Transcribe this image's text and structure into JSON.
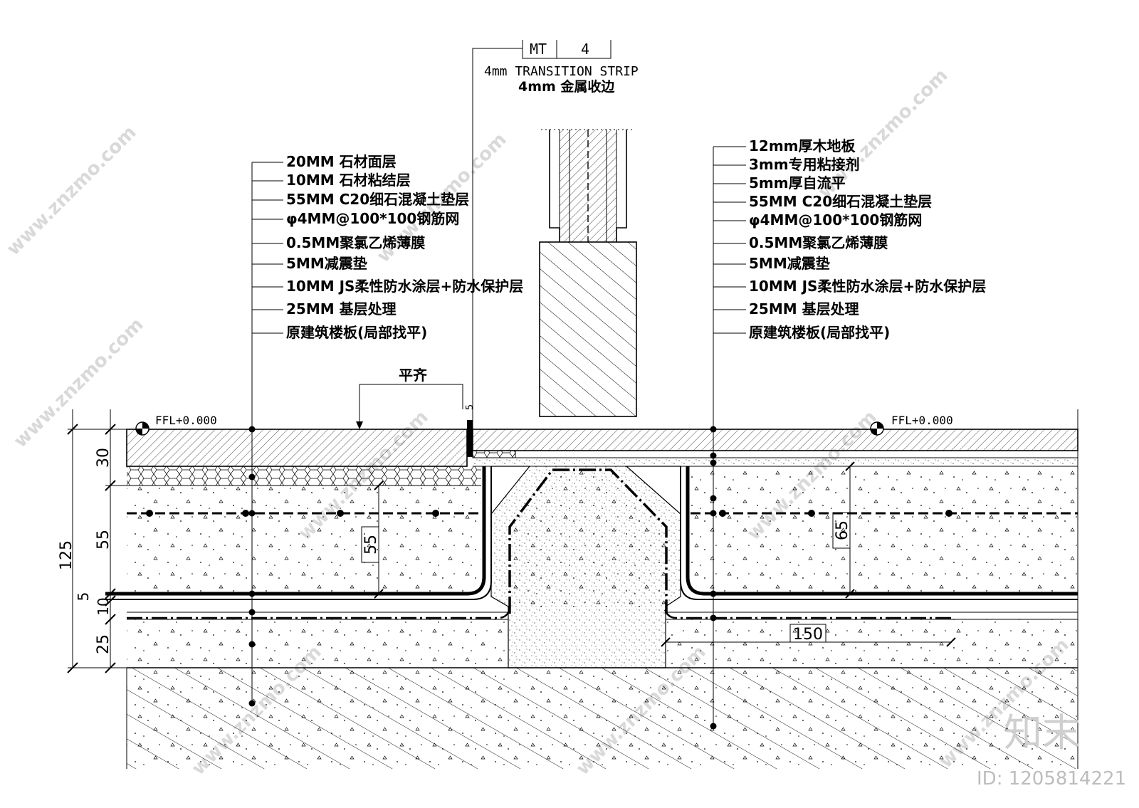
{
  "left_labels": [
    "20MM 石材面层",
    "10MM 石材粘结层",
    "55MM C20细石混凝土垫层",
    "φ4MM@100*100钢筋网",
    "0.5MM聚氯乙烯薄膜",
    "5MM减震垫",
    "10MM JS柔性防水涂层+防水保护层",
    "25MM 基层处理",
    "原建筑楼板(局部找平)"
  ],
  "right_labels": [
    "12mm厚木地板",
    "3mm专用粘接剂",
    "5mm厚自流平",
    "55MM C20细石混凝土垫层",
    "φ4MM@100*100钢筋网",
    "0.5MM聚氯乙烯薄膜",
    "5MM减震垫",
    "10MM JS柔性防水涂层+防水保护层",
    "25MM 基层处理",
    "原建筑楼板(局部找平)"
  ],
  "tag": {
    "code": "MT",
    "number": "4",
    "english": "4mm TRANSITION STRIP",
    "chinese": "4mm 金属收边"
  },
  "flush_label": "平齐",
  "ffl_left": "FFL+0.000",
  "ffl_right": "FFL+0.000",
  "dimensions": {
    "overall": "125",
    "layers": [
      "30",
      "55",
      "5",
      "10",
      "25"
    ],
    "inner_left": "55",
    "inner_right": "65",
    "bottom": "150",
    "small_top": "5"
  },
  "watermark": {
    "brand": "知末",
    "id": "ID: 1205814221",
    "site": "www.znzmo.com"
  }
}
